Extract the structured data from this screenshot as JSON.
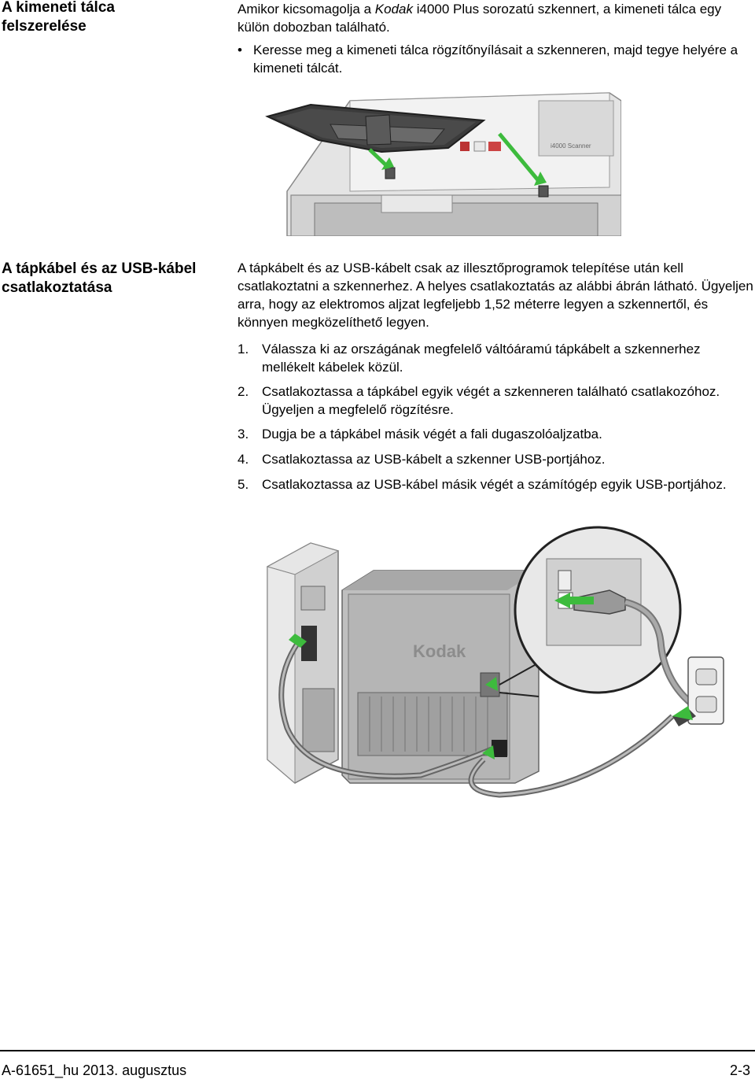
{
  "section1": {
    "heading_line1": "A kimeneti tálca",
    "heading_line2": "felszerelése",
    "intro_pre": "Amikor kicsomagolja a ",
    "intro_brand": "Kodak",
    "intro_post": " i4000 Plus sorozatú szkennert, a kimeneti tálca egy külön dobozban található.",
    "bullet_symbol": "•",
    "bullet_text": "Keresse meg a kimeneti tálca rögzítőnyílásait a szkenneren, majd tegye helyére a kimeneti tálcát.",
    "scanner_label": "i4000 Scanner"
  },
  "section2": {
    "heading_line1": "A tápkábel és az USB-kábel",
    "heading_line2": "csatlakoztatása",
    "paragraph": "A tápkábelt és az USB-kábelt csak az illesztőprogramok telepítése után kell csatlakoztatni a szkennerhez. A helyes csatlakoztatás az alábbi ábrán látható. Ügyeljen arra, hogy az elektromos aljzat legfeljebb 1,52 méterre legyen a szkennertől, és könnyen megközelíthető legyen.",
    "steps": [
      {
        "num": "1.",
        "text": "Válassza ki az országának megfelelő váltóáramú tápkábelt a szkennerhez mellékelt kábelek közül."
      },
      {
        "num": "2.",
        "text": "Csatlakoztassa a tápkábel egyik végét a szkenneren található csatlakozóhoz. Ügyeljen a megfelelő rögzítésre."
      },
      {
        "num": "3.",
        "text": "Dugja be a tápkábel másik végét a fali dugaszolóaljzatba."
      },
      {
        "num": "4.",
        "text": "Csatlakoztassa az USB-kábelt a szkenner USB-portjához."
      },
      {
        "num": "5.",
        "text": "Csatlakoztassa az USB-kábel másik végét a számítógép egyik USB-portjához."
      }
    ],
    "brand_label": "Kodak"
  },
  "footer": {
    "doc_id": "A-61651_hu  2013. augusztus",
    "page": "2-3"
  },
  "colors": {
    "arrow_green": "#3dbb3d",
    "device_gray": "#c8c8c8",
    "dark_gray": "#555555"
  }
}
